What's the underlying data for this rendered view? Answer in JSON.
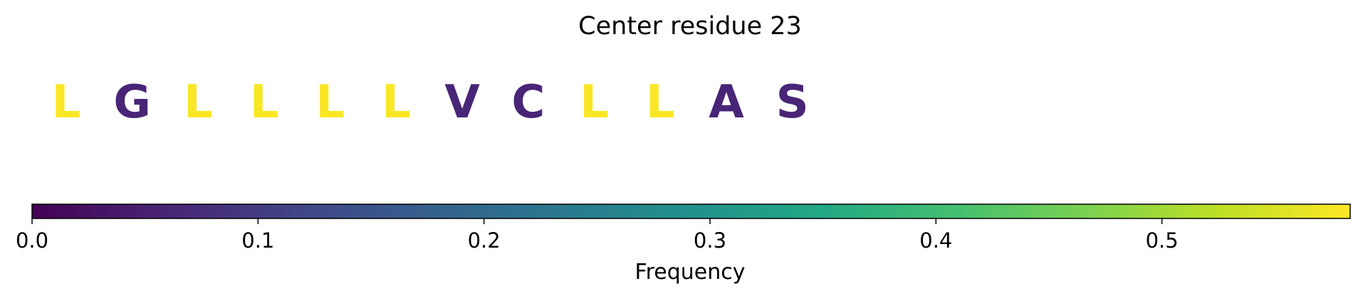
{
  "chart_data": {
    "type": "table",
    "title": "Center residue 23",
    "residues": [
      {
        "letter": "L",
        "frequency": 0.58
      },
      {
        "letter": "G",
        "frequency": 0.06
      },
      {
        "letter": "L",
        "frequency": 0.58
      },
      {
        "letter": "L",
        "frequency": 0.58
      },
      {
        "letter": "L",
        "frequency": 0.58
      },
      {
        "letter": "L",
        "frequency": 0.58
      },
      {
        "letter": "V",
        "frequency": 0.06
      },
      {
        "letter": "C",
        "frequency": 0.06
      },
      {
        "letter": "L",
        "frequency": 0.58
      },
      {
        "letter": "L",
        "frequency": 0.58
      },
      {
        "letter": "A",
        "frequency": 0.06
      },
      {
        "letter": "S",
        "frequency": 0.06
      }
    ],
    "colorbar": {
      "label": "Frequency",
      "colormap": "viridis",
      "range": [
        0.0,
        0.5833
      ],
      "ticks": [
        0.0,
        0.1,
        0.2,
        0.3,
        0.4,
        0.5
      ],
      "tick_labels": [
        "0.0",
        "0.1",
        "0.2",
        "0.3",
        "0.4",
        "0.5"
      ]
    }
  }
}
